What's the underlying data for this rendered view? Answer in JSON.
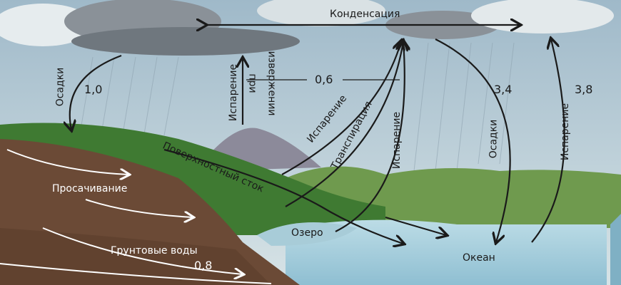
{
  "title": "Круговорот воды",
  "labels": {
    "condensation": "Конденсация",
    "precip_land": "Осадки",
    "precip_land_value": "1,0",
    "evap_eruption_1": "Испарение",
    "evap_eruption_2": "при",
    "evap_eruption_3": "извержении",
    "land_evap_value": "0,6",
    "evap_land": "Испарение",
    "transpiration": "Транспирация",
    "evap_lake": "Испарение",
    "surface_runoff": "Поверхностный сток",
    "precip_ocean_value": "3,4",
    "precip_ocean": "Осадки",
    "evap_ocean_value": "3,8",
    "evap_ocean": "Испарение",
    "infiltration": "Просачивание",
    "groundwater": "Грунтовые воды",
    "groundwater_value": "0,8",
    "lake": "Озеро",
    "ocean": "Океан"
  },
  "colors": {
    "sky": "#b9cfdc",
    "cloud": "#7d858c",
    "soil": "#6b4a36",
    "grass": "#4f8a3a",
    "ocean": "#a9cfdc",
    "arrow": "#1a1a1a"
  }
}
